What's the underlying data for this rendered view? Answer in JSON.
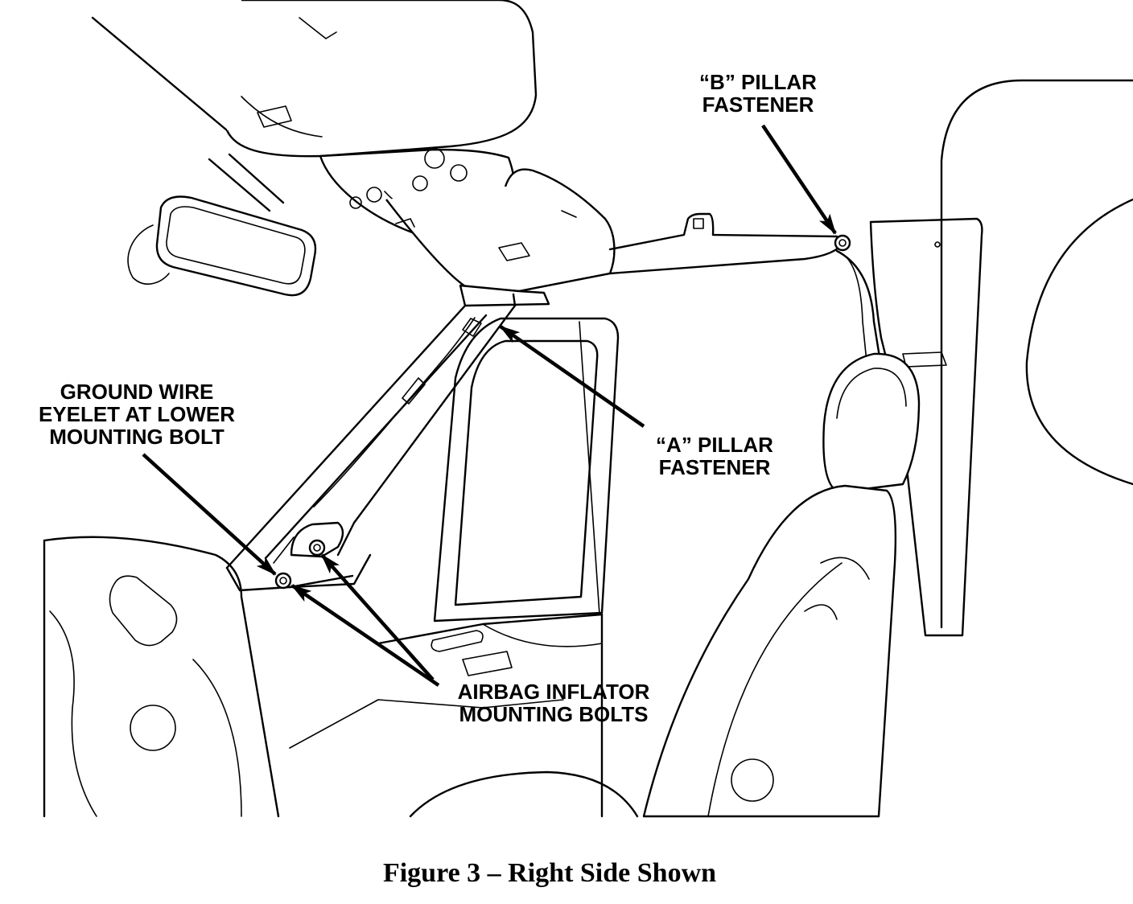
{
  "callouts": {
    "b_pillar": {
      "lines": [
        "“B” PILLAR",
        "FASTENER"
      ]
    },
    "ground_wire": {
      "lines": [
        "GROUND WIRE",
        "EYELET AT LOWER",
        "MOUNTING BOLT"
      ]
    },
    "a_pillar": {
      "lines": [
        "“A” PILLAR",
        "FASTENER"
      ]
    },
    "airbag": {
      "lines": [
        "AIRBAG INFLATOR",
        "MOUNTING BOLTS"
      ]
    }
  },
  "caption": "Figure 3 – Right Side Shown",
  "colors": {
    "line": "#000000",
    "background": "#ffffff"
  }
}
